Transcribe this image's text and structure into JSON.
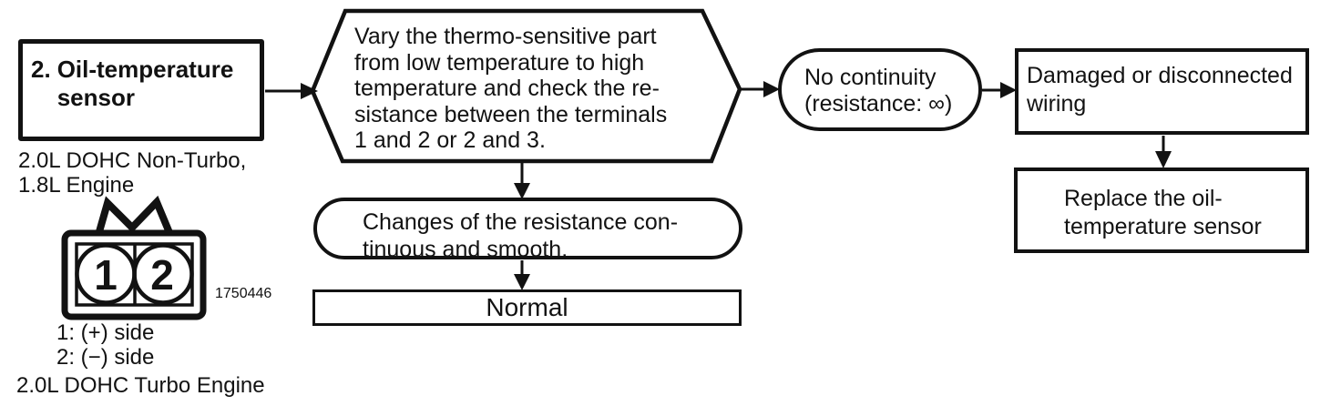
{
  "colors": {
    "ink": "#121212",
    "paper": "#ffffff"
  },
  "step_box": {
    "number": "2.",
    "title": "Oil-temperature\nsensor"
  },
  "notes": {
    "engine_top": "2.0L DOHC Non-Turbo,\n1.8L Engine",
    "engine_bottom": "2.0L DOHC Turbo Engine",
    "figure_number": "1750446",
    "legend_line1": "1: (+) side",
    "legend_line2": "2: (−) side"
  },
  "connector": {
    "terminal_1": "1",
    "terminal_2": "2"
  },
  "flow": {
    "test_instruction": "Vary the thermo-sensitive part\nfrom low temperature to high\ntemperature and check the re-\nsistance between the terminals\n1 and 2 or 2 and 3.",
    "pass_result": "Changes of the resistance con-\ntinuous and smooth.",
    "pass_verdict": "Normal",
    "fail_result": "No continuity\n(resistance: ∞)",
    "fail_cause": "Damaged or disconnected\nwiring",
    "fail_remedy": "Replace the oil-\ntemperature sensor"
  }
}
